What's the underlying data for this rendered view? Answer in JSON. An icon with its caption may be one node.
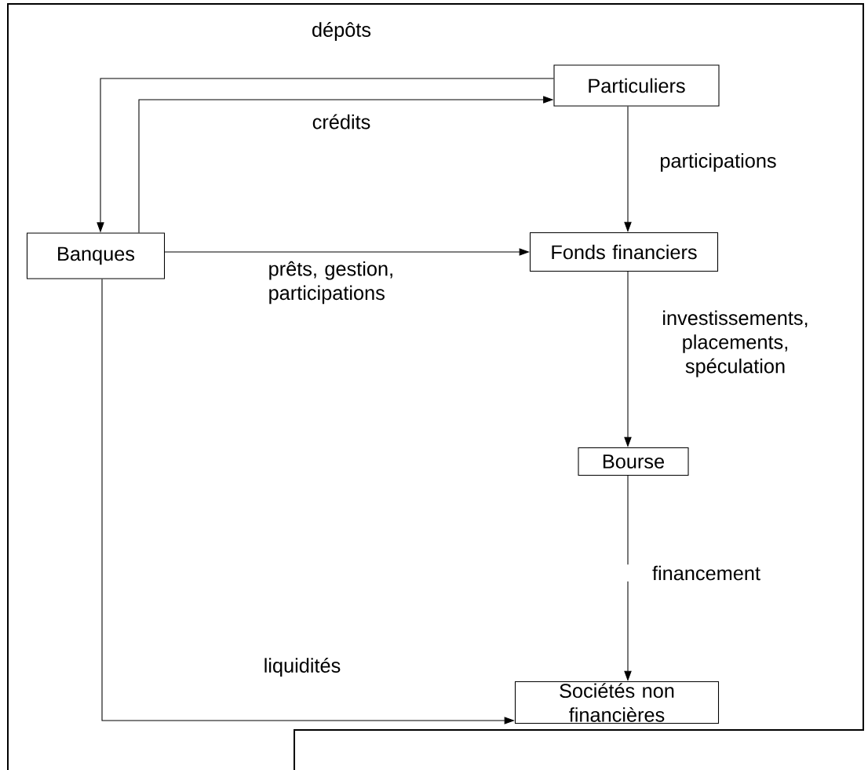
{
  "diagram": {
    "nodes": [
      {
        "text": [
          "Particuliers"
        ]
      },
      {
        "text": [
          "Banques"
        ]
      },
      {
        "text": [
          "Fonds financiers"
        ]
      },
      {
        "text": [
          "Bourse"
        ]
      },
      {
        "text": [
          "Sociétés non financières"
        ]
      }
    ],
    "edges": [
      {
        "from": 0,
        "to": 1,
        "arrow": "to",
        "label": "dépôts"
      },
      {
        "from": 1,
        "to": 0,
        "arrow": "to",
        "label": "crédits"
      },
      {
        "from": 0,
        "to": 2,
        "arrow": "to",
        "label": "participations"
      },
      {
        "from": 1,
        "to": 2,
        "arrow": "to",
        "label": "prêts, gestion, participations"
      },
      {
        "from": 2,
        "to": 3,
        "arrow": "to",
        "label": "investissements, placements, spéculation"
      },
      {
        "from": 3,
        "to": 4,
        "arrow": "to",
        "label": "financement"
      },
      {
        "from": 1,
        "to": 4,
        "arrow": "to",
        "label": "liquidités"
      }
    ]
  }
}
